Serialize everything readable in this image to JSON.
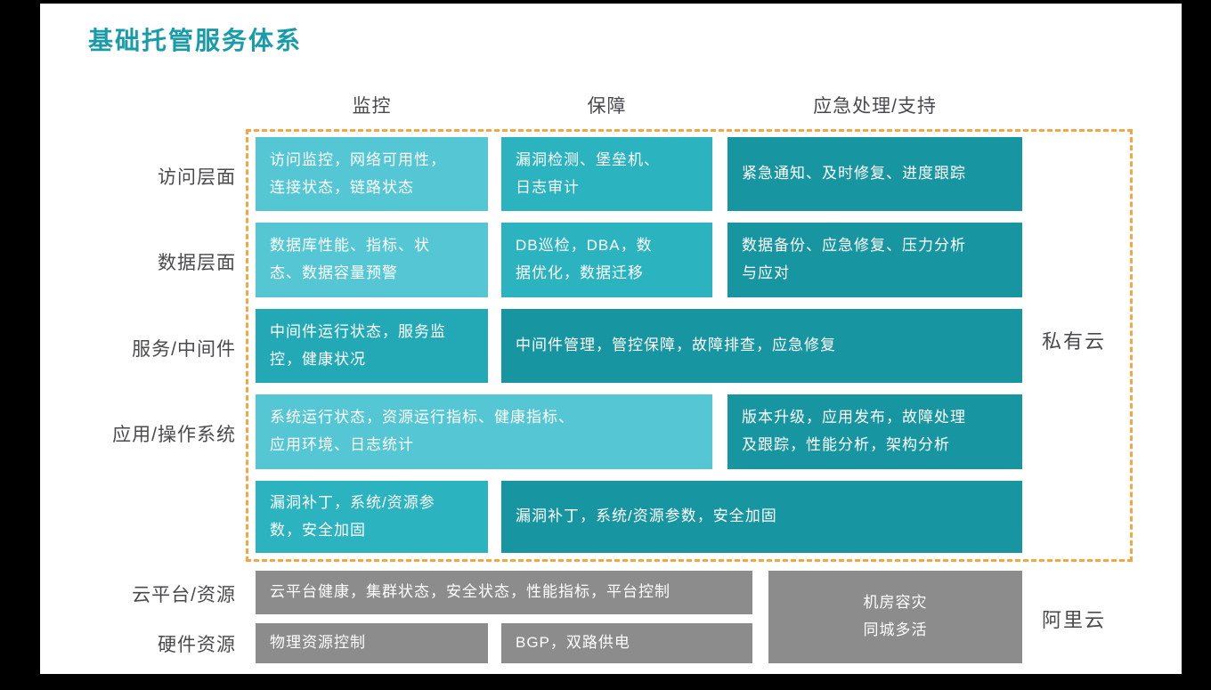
{
  "title": "基础托管服务体系",
  "colors": {
    "light": "#55C7D4",
    "medium": "#2BB3C0",
    "medium_dark": "#23A9B6",
    "dark": "#1795A1",
    "gray": "#8C8C8C",
    "accent": "#1A9BAA",
    "dash": "#F6A544",
    "label": "#4A4A4E",
    "frame": "#000000"
  },
  "columns": [
    "监控",
    "保障",
    "应急处理/支持"
  ],
  "right_labels": {
    "private_cloud": "私有云",
    "alibaba_cloud": "阿里云"
  },
  "rows": {
    "access": {
      "label": "访问层面",
      "monitoring": "访问监控，网络可用性，\n连接状态，链路状态",
      "guarantee": "漏洞检测、堡垒机、\n日志审计",
      "emergency": "紧急通知、及时修复、进度跟踪"
    },
    "data_layer": {
      "label": "数据层面",
      "monitoring": "数据库性能、指标、状\n态、数据容量预警",
      "guarantee": "DB巡检，DBA，数\n据优化，数据迁移",
      "emergency": "数据备份、应急修复、压力分析\n与应对"
    },
    "middleware": {
      "label": "服务/中间件",
      "monitoring": "中间件运行状态，服务监\n控，健康状况",
      "guarantee_emergency": "中间件管理，管控保障，故障排查，应急修复"
    },
    "application": {
      "label": "应用/操作系统",
      "monitoring_guarantee": "系统运行状态，资源运行指标、健康指标、\n应用环境、日志统计",
      "emergency": "版本升级，应用发布，故障处理\n及跟踪，性能分析，架构分析"
    },
    "patch": {
      "monitoring": "漏洞补丁，系统/资源参\n数，安全加固",
      "guarantee_emergency": "漏洞补丁，系统/资源参数，安全加固"
    },
    "cloud_platform": {
      "label": "云平台/资源",
      "monitoring": "云平台健康，集群状态，安全状态，性能指标，平台控制",
      "disaster_recovery": "机房容灾\n同城多活"
    },
    "hardware": {
      "label": "硬件资源",
      "monitoring": "物理资源控制",
      "guarantee": "BGP，双路供电"
    }
  }
}
